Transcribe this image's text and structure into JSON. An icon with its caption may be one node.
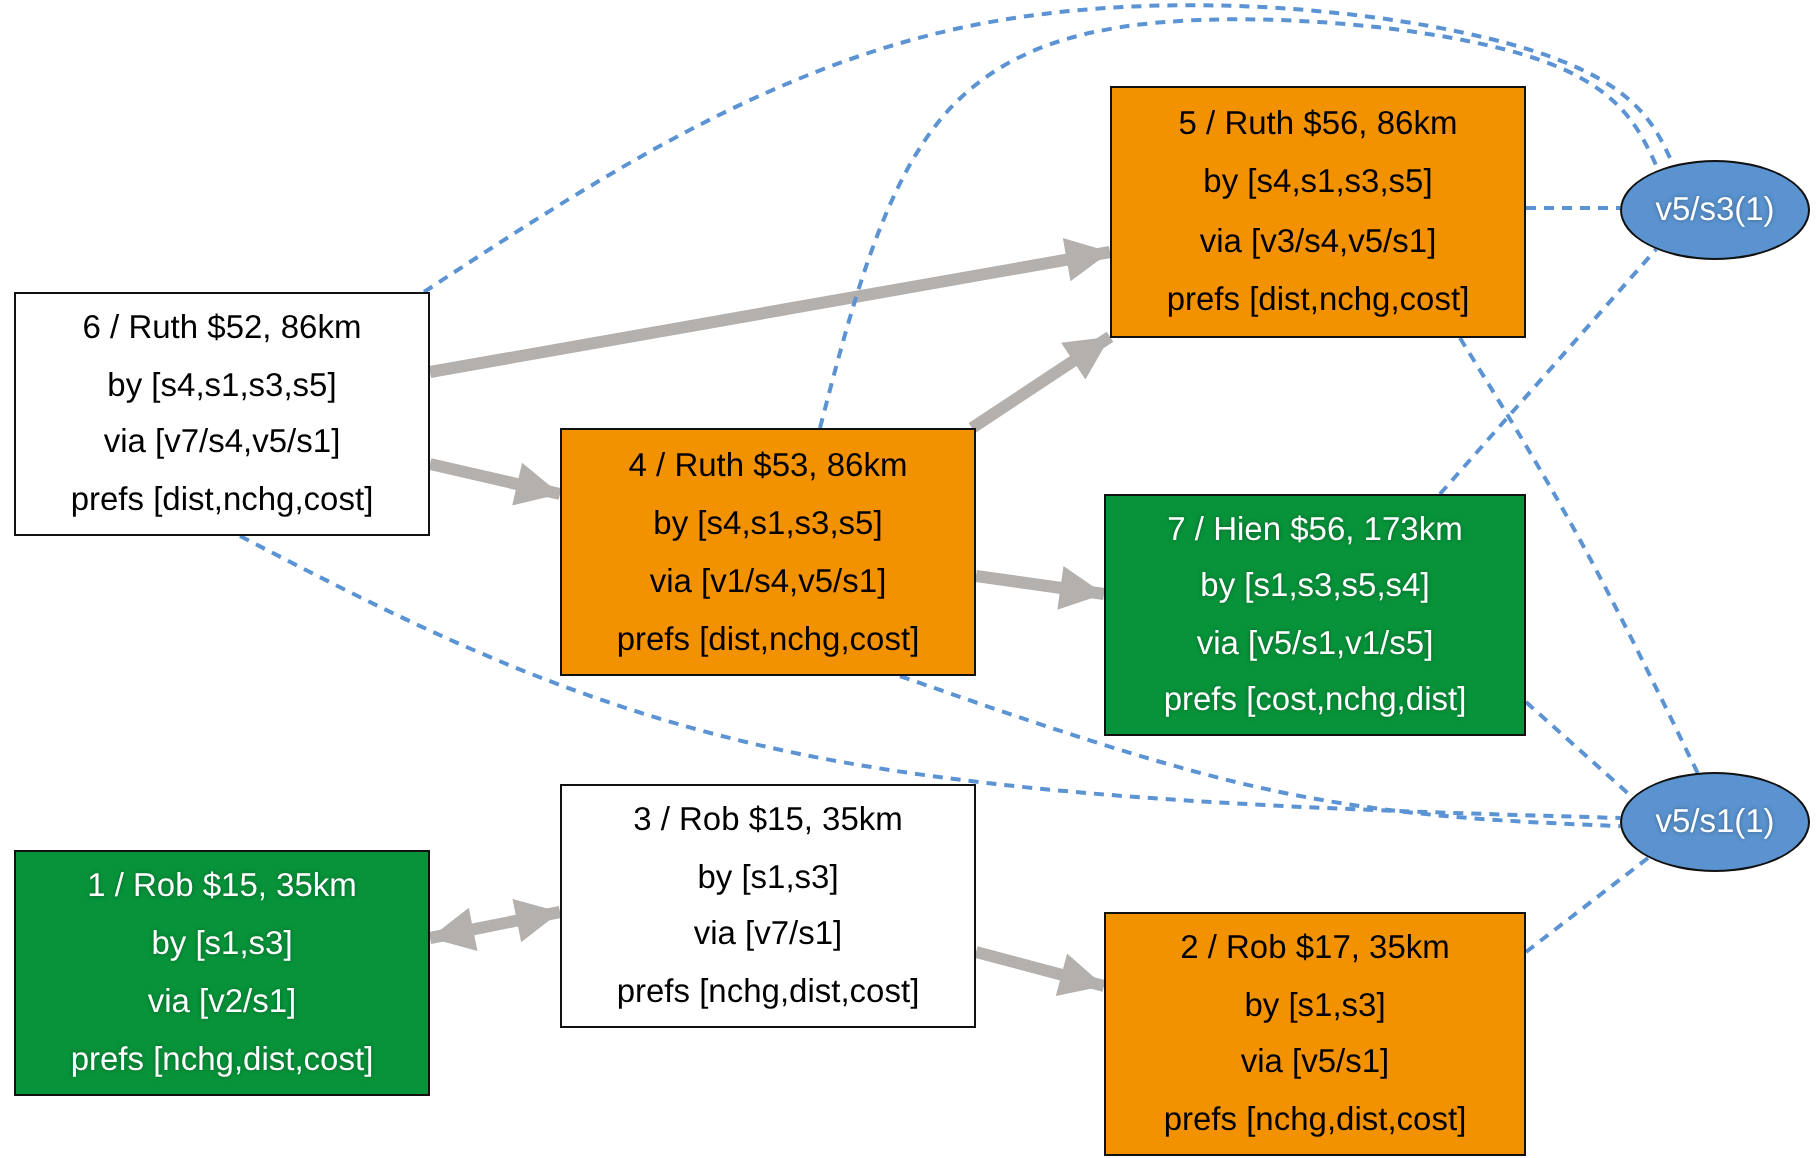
{
  "diagram": {
    "nodes": [
      {
        "text": [
          "6 / Ruth $52, 86km",
          "by [s4,s1,s3,s5]",
          "via [v7/s4,v5/s1]",
          "prefs [dist,nchg,cost]"
        ]
      },
      {
        "text": [
          "5 / Ruth $56, 86km",
          "by [s4,s1,s3,s5]",
          "via [v3/s4,v5/s1]",
          "prefs [dist,nchg,cost]"
        ]
      },
      {
        "text": [
          "v5/s3(1)"
        ]
      },
      {
        "text": [
          "4 / Ruth $53, 86km",
          "by [s4,s1,s3,s5]",
          "via [v1/s4,v5/s1]",
          "prefs [dist,nchg,cost]"
        ]
      },
      {
        "text": [
          "7 / Hien $56, 173km",
          "by [s1,s3,s5,s4]",
          "via [v5/s1,v1/s5]",
          "prefs [cost,nchg,dist]"
        ]
      },
      {
        "text": [
          "v5/s1(1)"
        ]
      },
      {
        "text": [
          "1 / Rob $15, 35km",
          "by [s1,s3]",
          "via [v2/s1]",
          "prefs [nchg,dist,cost]"
        ]
      },
      {
        "text": [
          "3 / Rob $15, 35km",
          "by [s1,s3]",
          "via [v7/s1]",
          "prefs [nchg,dist,cost]"
        ]
      },
      {
        "text": [
          "2 / Rob $17, 35km",
          "by [s1,s3]",
          "via [v5/s1]",
          "prefs [nchg,dist,cost]"
        ]
      }
    ],
    "edges": [
      {
        "from": 0,
        "to": 1,
        "arrow": "to",
        "style": "thick",
        "color": "#b3b0ae"
      },
      {
        "from": 0,
        "to": 3,
        "arrow": "to",
        "style": "thick",
        "color": "#b3b0ae"
      },
      {
        "from": 3,
        "to": 1,
        "arrow": "to",
        "style": "thick",
        "color": "#b3b0ae"
      },
      {
        "from": 3,
        "to": 4,
        "arrow": "to",
        "style": "thick",
        "color": "#b3b0ae"
      },
      {
        "from": 6,
        "to": 7,
        "arrow": "both",
        "style": "thick",
        "color": "#b3b0ae"
      },
      {
        "from": 7,
        "to": 8,
        "arrow": "to",
        "style": "thick",
        "color": "#b3b0ae"
      },
      {
        "from": 0,
        "to": 2,
        "arrow": "none",
        "style": "dashed"
      },
      {
        "from": 1,
        "to": 2,
        "arrow": "none",
        "style": "dashed"
      },
      {
        "from": 3,
        "to": 2,
        "arrow": "none",
        "style": "dashed"
      },
      {
        "from": 4,
        "to": 2,
        "arrow": "none",
        "style": "dashed"
      },
      {
        "from": 1,
        "to": 5,
        "arrow": "none",
        "style": "dashed"
      },
      {
        "from": 4,
        "to": 5,
        "arrow": "none",
        "style": "dashed"
      },
      {
        "from": 0,
        "to": 5,
        "arrow": "none",
        "style": "dashed"
      },
      {
        "from": 3,
        "to": 5,
        "arrow": "none",
        "style": "dashed"
      },
      {
        "from": 8,
        "to": 5,
        "arrow": "none",
        "style": "dashed"
      }
    ]
  }
}
